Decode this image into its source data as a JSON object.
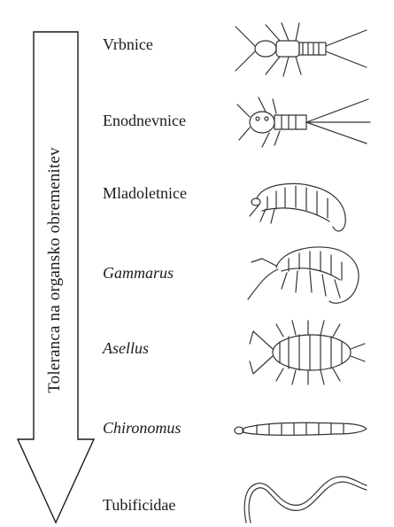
{
  "axis_label": "Toleranca na organsko obremenitev",
  "organisms": [
    {
      "name": "Vrbnice",
      "italic": false,
      "icon": "stonefly-larva-icon"
    },
    {
      "name": "Enodnevnice",
      "italic": false,
      "icon": "mayfly-larva-icon"
    },
    {
      "name": "Mladoletnice",
      "italic": false,
      "icon": "caddisfly-larva-icon"
    },
    {
      "name": "Gammarus",
      "italic": true,
      "icon": "gammarus-icon"
    },
    {
      "name": "Asellus",
      "italic": true,
      "icon": "asellus-icon"
    },
    {
      "name": "Chironomus",
      "italic": true,
      "icon": "chironomus-larva-icon"
    },
    {
      "name": "Tubificidae",
      "italic": false,
      "icon": "tubifex-worm-icon"
    }
  ],
  "colors": {
    "line": "#1a1a1a",
    "background": "#ffffff"
  }
}
